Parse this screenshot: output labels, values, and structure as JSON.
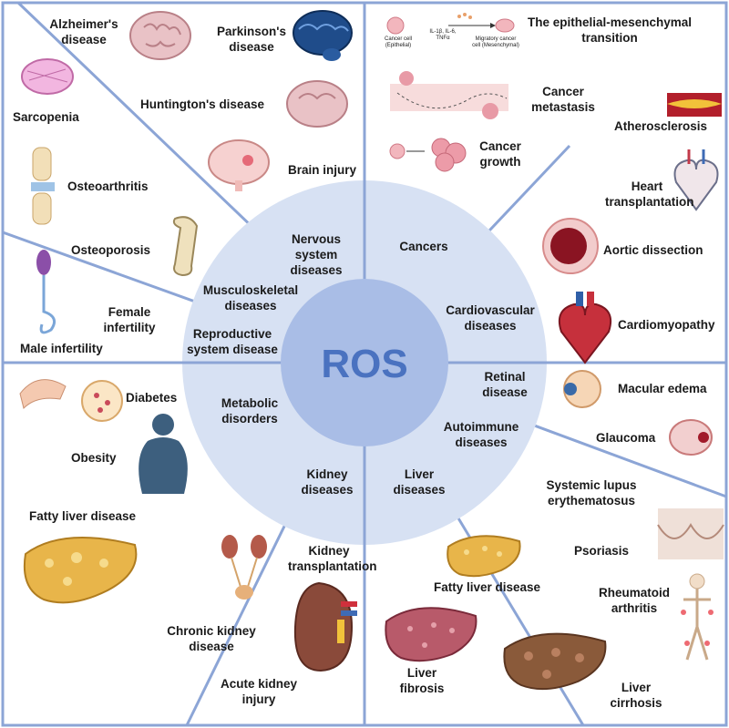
{
  "center": {
    "label": "ROS"
  },
  "categories": {
    "nervous": "Nervous system diseases",
    "cancers": "Cancers",
    "musculoskeletal": "Musculoskeletal diseases",
    "cardiovascular": "Cardiovascular diseases",
    "reproductive": "Reproductive system disease",
    "retinal": "Retinal disease",
    "metabolic": "Metabolic disorders",
    "autoimmune": "Autoimmune diseases",
    "kidney": "Kidney diseases",
    "liver": "Liver diseases"
  },
  "diseases": {
    "alzheimers": "Alzheimer's disease",
    "parkinsons": "Parkinson's disease",
    "huntingtons": "Huntington's disease",
    "brain_injury": "Brain injury",
    "sarcopenia": "Sarcopenia",
    "osteoarthritis": "Osteoarthritis",
    "osteoporosis": "Osteoporosis",
    "female_infertility": "Female infertility",
    "male_infertility": "Male infertility",
    "emt": "The epithelial-mesenchymal transition",
    "emt_cancer_cell": "Cancer cell (Epithelial)",
    "emt_cytokines": "IL-1β, IL-6, TNFα",
    "emt_migratory": "Migratory cancer cell (Mesenchymal)",
    "cancer_metastasis": "Cancer metastasis",
    "cancer_growth": "Cancer growth",
    "atherosclerosis": "Atherosclerosis",
    "heart_transplantation": "Heart transplantation",
    "aortic_dissection": "Aortic dissection",
    "cardiomyopathy": "Cardiomyopathy",
    "macular_edema": "Macular edema",
    "glaucoma": "Glaucoma",
    "diabetes": "Diabetes",
    "obesity": "Obesity",
    "fatty_liver_left": "Fatty liver disease",
    "kidney_transplantation": "Kidney transplantation",
    "chronic_kidney": "Chronic kidney disease",
    "acute_kidney": "Acute kidney injury",
    "sle": "Systemic lupus erythematosus",
    "psoriasis": "Psoriasis",
    "rheumatoid": "Rheumatoid arthritis",
    "fatty_liver_right": "Fatty liver disease",
    "liver_fibrosis": "Liver fibrosis",
    "liver_cirrhosis": "Liver cirrhosis"
  }
}
